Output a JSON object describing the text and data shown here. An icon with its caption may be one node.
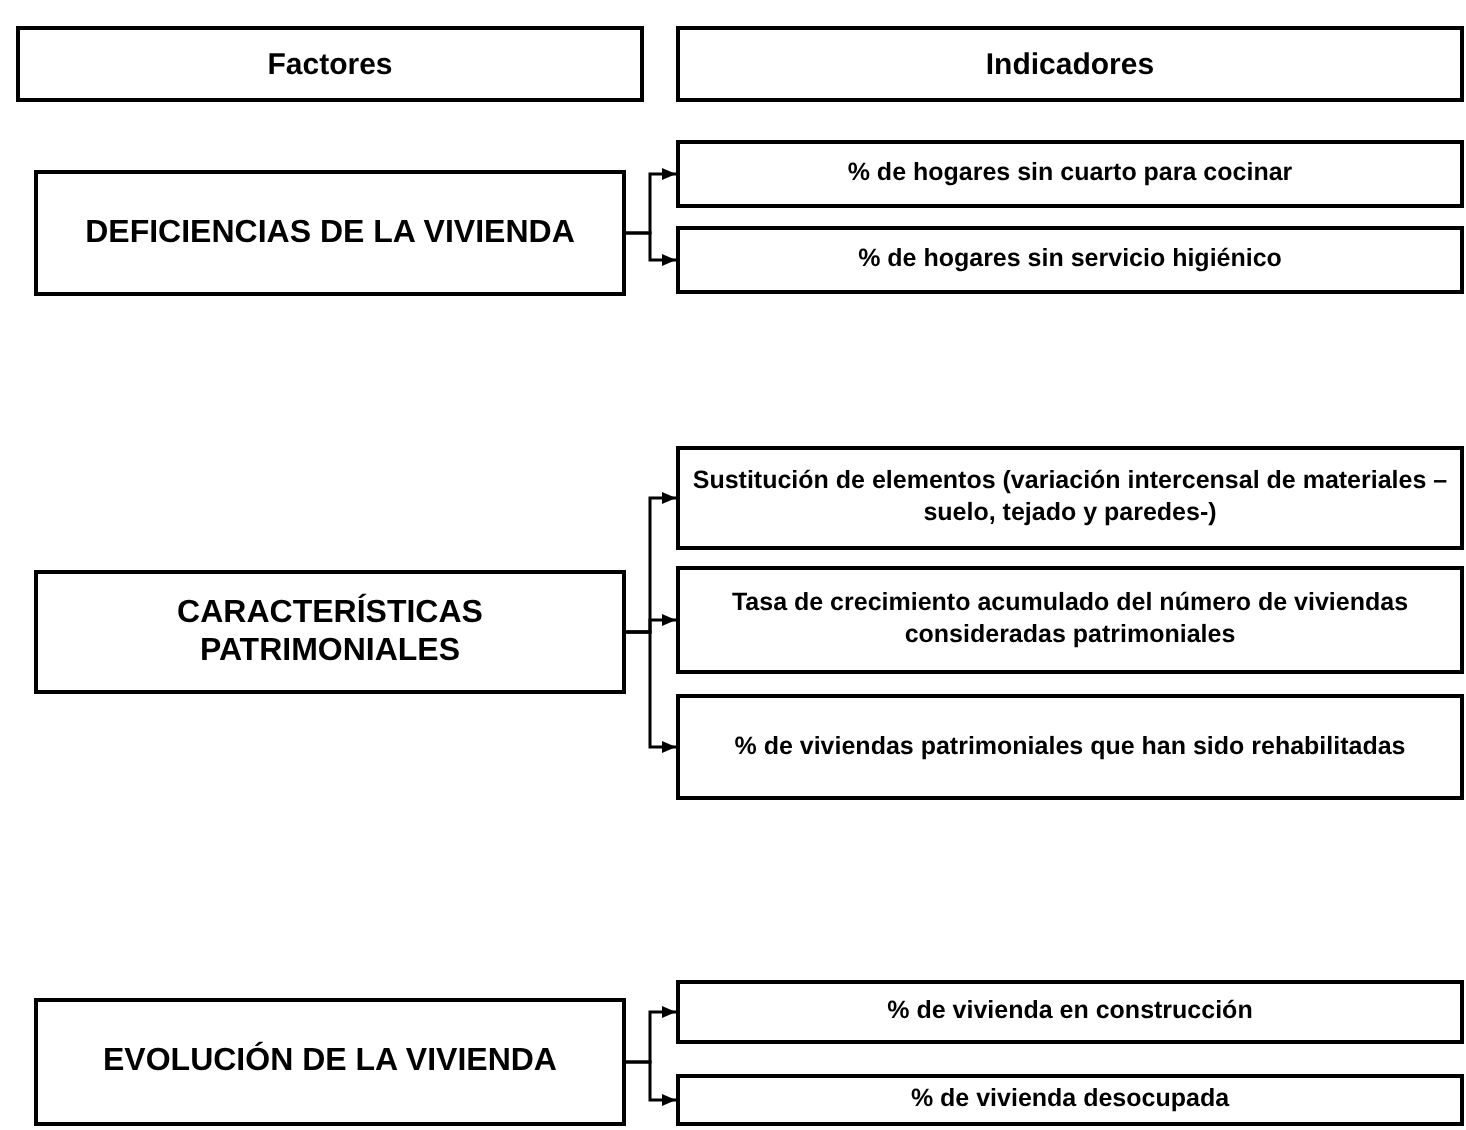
{
  "diagram": {
    "nodes": [
      {
        "text": [
          "Factores"
        ]
      },
      {
        "text": [
          "Indicadores"
        ]
      },
      {
        "text": [
          "DEFICIENCIAS DE LA VIVIENDA"
        ]
      },
      {
        "text": [
          "% de hogares sin cuarto para cocinar"
        ]
      },
      {
        "text": [
          "% de hogares sin servicio higiénico"
        ]
      },
      {
        "text": [
          "CARACTERÍSTICAS PATRIMONIALES"
        ]
      },
      {
        "text": [
          "Sustitución de elementos (variación intercensal de materiales –suelo, tejado y paredes-)"
        ]
      },
      {
        "text": [
          "Tasa de crecimiento acumulado del número de viviendas consideradas patrimoniales"
        ]
      },
      {
        "text": [
          "% de viviendas patrimoniales que han sido rehabilitadas"
        ]
      },
      {
        "text": [
          "EVOLUCIÓN DE LA VIVIENDA"
        ]
      },
      {
        "text": [
          "% de vivienda en construcción"
        ]
      },
      {
        "text": [
          "% de vivienda desocupada"
        ]
      }
    ],
    "edges": [
      {
        "from": 2,
        "to": 3,
        "arrow": "to"
      },
      {
        "from": 2,
        "to": 4,
        "arrow": "to"
      },
      {
        "from": 5,
        "to": 6,
        "arrow": "to"
      },
      {
        "from": 5,
        "to": 7,
        "arrow": "to"
      },
      {
        "from": 5,
        "to": 8,
        "arrow": "to"
      },
      {
        "from": 9,
        "to": 10,
        "arrow": "to"
      },
      {
        "from": 9,
        "to": 11,
        "arrow": "to"
      }
    ]
  }
}
